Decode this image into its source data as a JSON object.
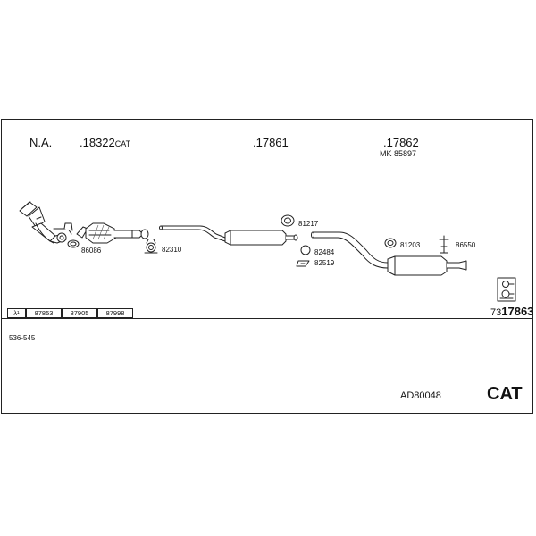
{
  "header": {
    "na_label": "N.A.",
    "cat_part_number": ".18322",
    "cat_suffix": "CAT",
    "middle_part_number": ".17861",
    "rear_part_number": ".17862",
    "rear_mk_label": "MK 85897"
  },
  "callouts": {
    "c86086": "86086",
    "c82310": "82310",
    "c81217": "81217",
    "c82484": "82484",
    "c82519": "82519",
    "c81203": "81203",
    "c86550": "86550"
  },
  "footer_boxes": {
    "lambda_symbol": "λ¹",
    "items": [
      "87853",
      "87905",
      "87998"
    ]
  },
  "kit": {
    "prefix": "73",
    "number": "17863"
  },
  "notes": {
    "range": "536-545",
    "assembly_code": "AD80048",
    "cat_label": "CAT"
  }
}
